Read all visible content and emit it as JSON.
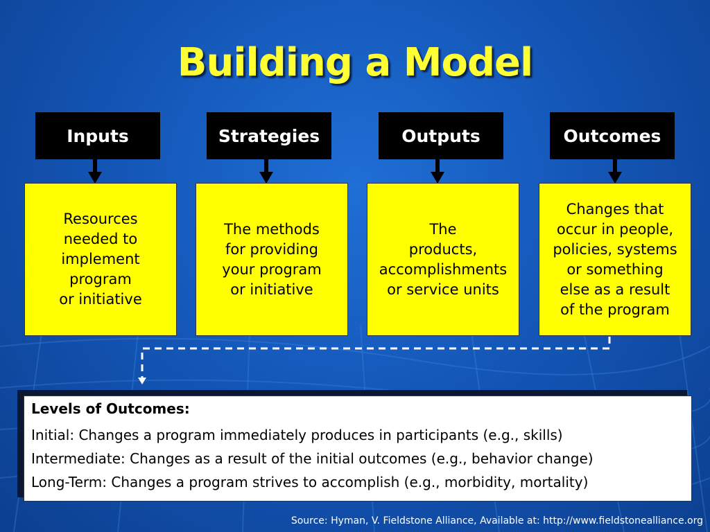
{
  "slide": {
    "title": "Building a Model",
    "columns": [
      {
        "heading": "Inputs",
        "description": "Resources\nneeded to\nimplement\nprogram\n or initiative"
      },
      {
        "heading": "Strategies",
        "description": "The methods\nfor providing\nyour program\n or initiative"
      },
      {
        "heading": "Outputs",
        "description": "The\n products,\naccomplishments\nor service units"
      },
      {
        "heading": "Outcomes",
        "description": "Changes that\noccur in people,\npolicies, systems\nor something\nelse as a result\n of the program"
      }
    ],
    "levels": {
      "title": "Levels of Outcomes:",
      "lines": [
        "Initial: Changes a program immediately produces in participants (e.g., skills)",
        "Intermediate: Changes as a result of the initial outcomes (e.g., behavior change)",
        "Long-Term: Changes a program strives to accomplish (e.g., morbidity, mortality)"
      ]
    },
    "source": "Source: Hyman, V. Fieldstone Alliance, Available at: http://www.fieldstonealliance.org"
  },
  "colors": {
    "title": "#ffff33",
    "heading_bg": "#000000",
    "box_bg": "#ffff00",
    "background": "#1457b8"
  }
}
